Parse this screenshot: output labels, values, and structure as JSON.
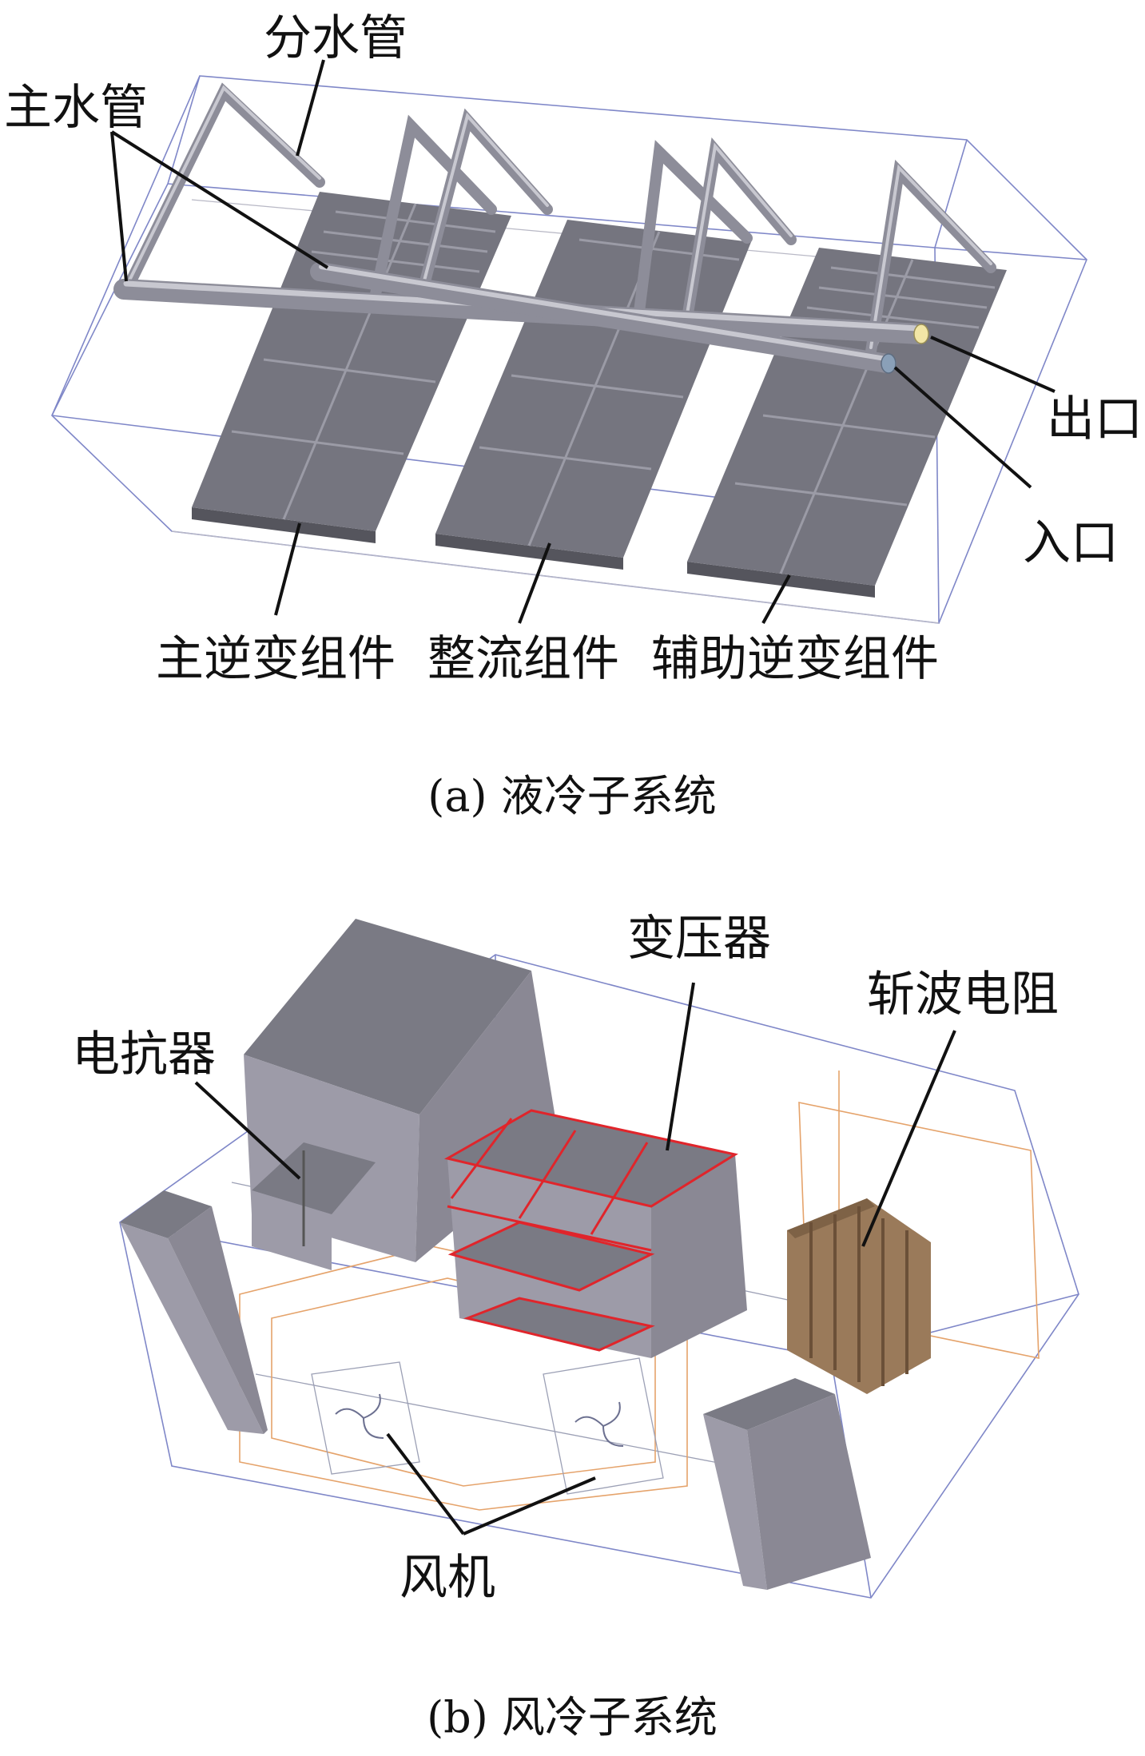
{
  "figure": {
    "panel_a": {
      "caption": "(a) 液冷子系统",
      "labels": {
        "sub_pipe": "分水管",
        "main_pipe": "主水管",
        "outlet": "出口",
        "inlet": "入口",
        "main_inverter": "主逆变组件",
        "rectifier": "整流组件",
        "aux_inverter": "辅助逆变组件"
      }
    },
    "panel_b": {
      "caption": "(b) 风冷子系统",
      "labels": {
        "reactor": "电抗器",
        "transformer": "变压器",
        "chopper_resistor": "斩波电阻",
        "fan": "风机"
      }
    },
    "colors": {
      "component_gray": "#75757f",
      "pipe_gray": "#8d8d99",
      "outlet_yellow": "#f2e6a6",
      "inlet_blue": "#8aa0b8",
      "transformer_outline": "#e0252b",
      "resistor_brown": "#9a7a5a"
    }
  }
}
